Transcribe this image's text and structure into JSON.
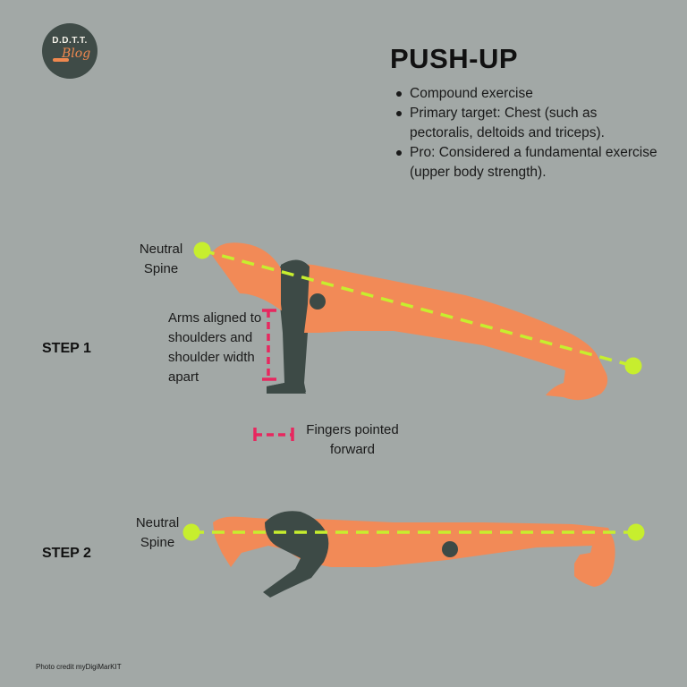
{
  "logo": {
    "top_text": "D.D.T.T.",
    "script_text": "Blog"
  },
  "title": "PUSH-UP",
  "bullets": [
    "Compound exercise",
    "Primary target: Chest (such as pectoralis, deltoids and triceps).",
    "Pro: Considered a fundamental exercise (upper body strength)."
  ],
  "step1": {
    "label": "STEP 1",
    "spine_label": "Neutral Spine",
    "arms_label": "Arms aligned to shoulders and shoulder width apart",
    "fingers_label": "Fingers pointed forward"
  },
  "step2": {
    "label": "STEP 2",
    "spine_label": "Neutral Spine"
  },
  "credit": "Photo credit myDigiMarKIT",
  "colors": {
    "background": "#a2a8a6",
    "figure_orange": "#f28a57",
    "figure_dark": "#3d4a46",
    "spine_line": "#c7ee2e",
    "marker_pink": "#e8275f"
  }
}
